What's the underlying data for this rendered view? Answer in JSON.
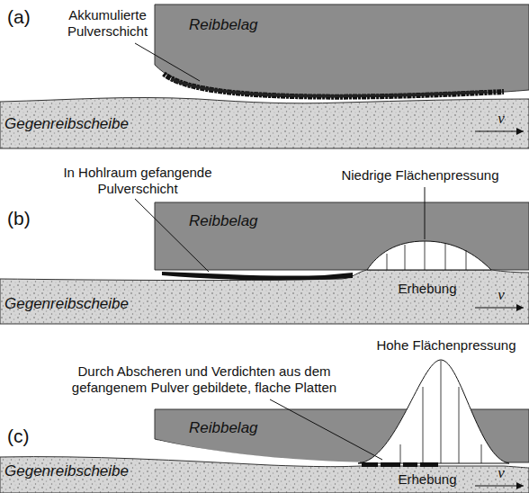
{
  "diagram": {
    "nodes": [
      {
        "text": [
          "Reibbelag"
        ]
      },
      {
        "text": [
          "Gegenreibscheibe"
        ]
      },
      {
        "text": [
          "Reibbelag"
        ]
      },
      {
        "text": [
          "Gegenreibscheibe"
        ]
      },
      {
        "text": [
          "Reibbelag"
        ]
      },
      {
        "text": [
          "Gegenreibscheibe"
        ]
      }
    ],
    "labels": [
      "(a)",
      "Akkumulierte Pulverschicht",
      "v",
      "(b)",
      "In Hohlraum gefangende Pulverschicht",
      "Niedrige Flächenpressung",
      "Erhebung",
      "v",
      "(c)",
      "Hohe Flächenpressung",
      "Durch Abscheren und Verdichten aus dem gefangenem Pulver gebildete, flache Platten",
      "Erhebung",
      "v"
    ]
  }
}
